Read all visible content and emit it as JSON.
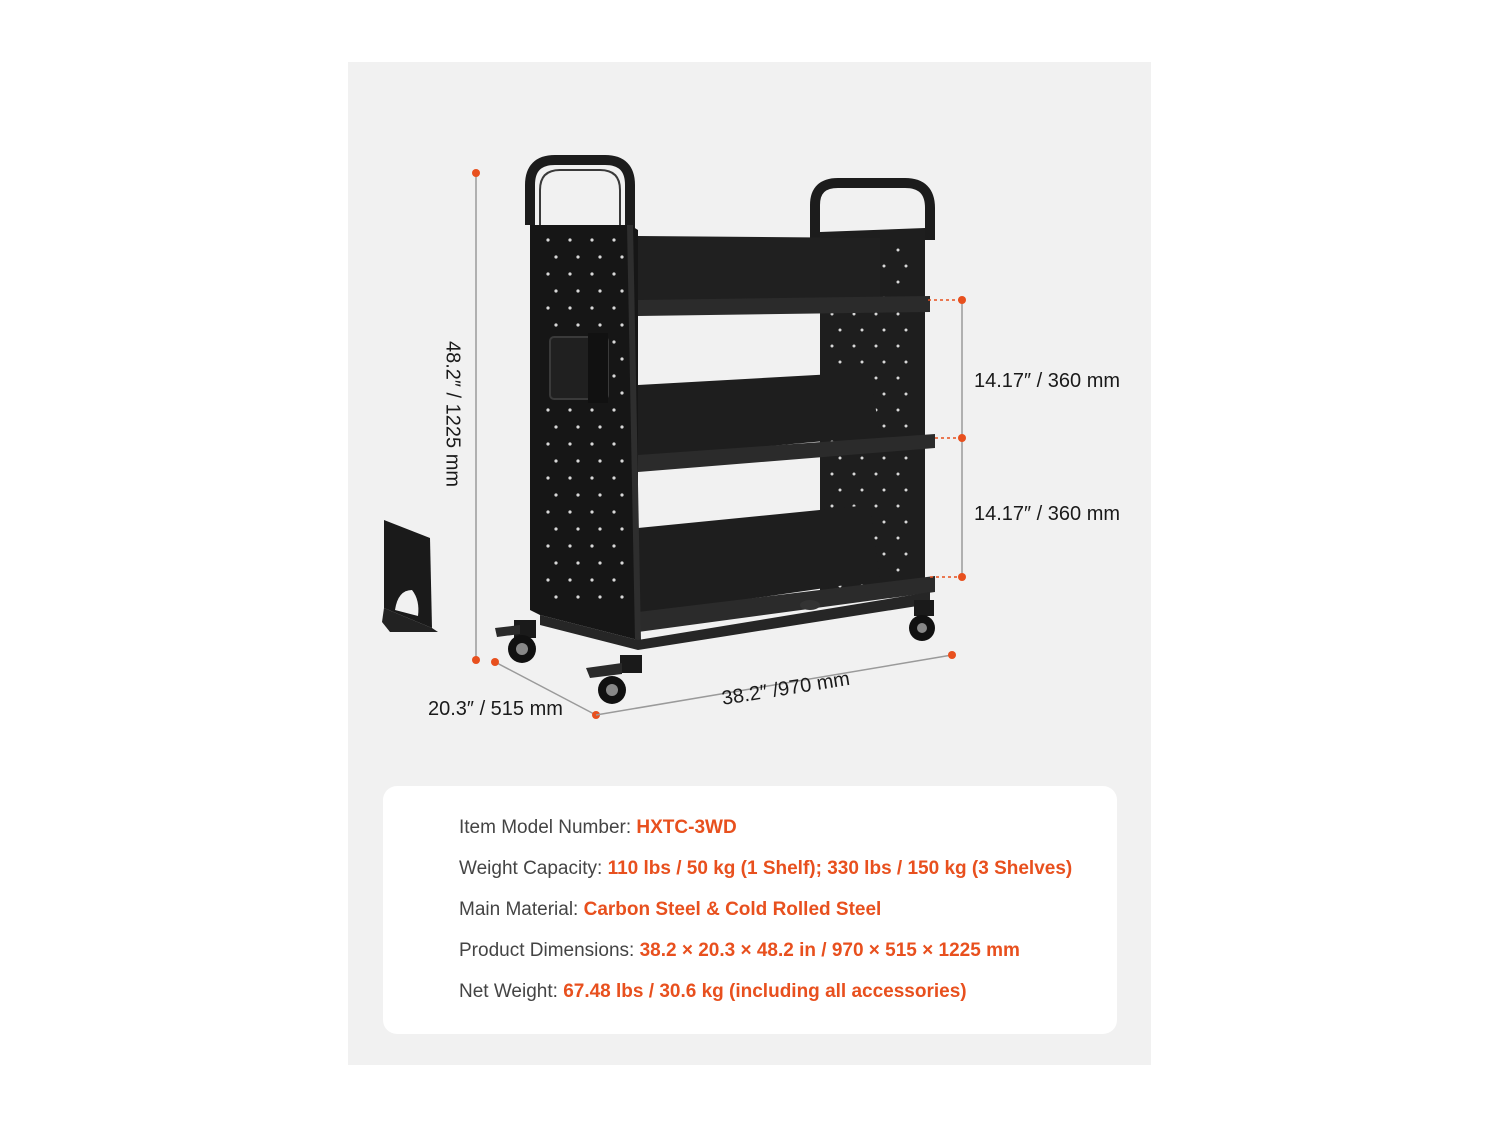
{
  "dimensions": {
    "height": "48.2″ / 1225 mm",
    "shelf_gap_top": "14.17″ / 360 mm",
    "shelf_gap_bottom": "14.17″ / 360 mm",
    "depth": "20.3″ / 515 mm",
    "width": "38.2″ /970 mm"
  },
  "specs": [
    {
      "label": "Item Model Number:",
      "value": "HXTC-3WD"
    },
    {
      "label": "Weight Capacity:",
      "value": "110 lbs / 50 kg (1 Shelf); 330 lbs / 150 kg (3 Shelves)"
    },
    {
      "label": "Main Material:",
      "value": "Carbon Steel & Cold Rolled Steel"
    },
    {
      "label": "Product Dimensions:",
      "value": "38.2 × 20.3 × 48.2 in / 970 × 515 × 1225 mm"
    },
    {
      "label": "Net Weight:",
      "value": "67.48 lbs / 30.6 kg (including all accessories)"
    }
  ],
  "colors": {
    "accent": "#e8501e",
    "panel_bg": "#f1f1f1",
    "cart": "#1c1c1c"
  }
}
